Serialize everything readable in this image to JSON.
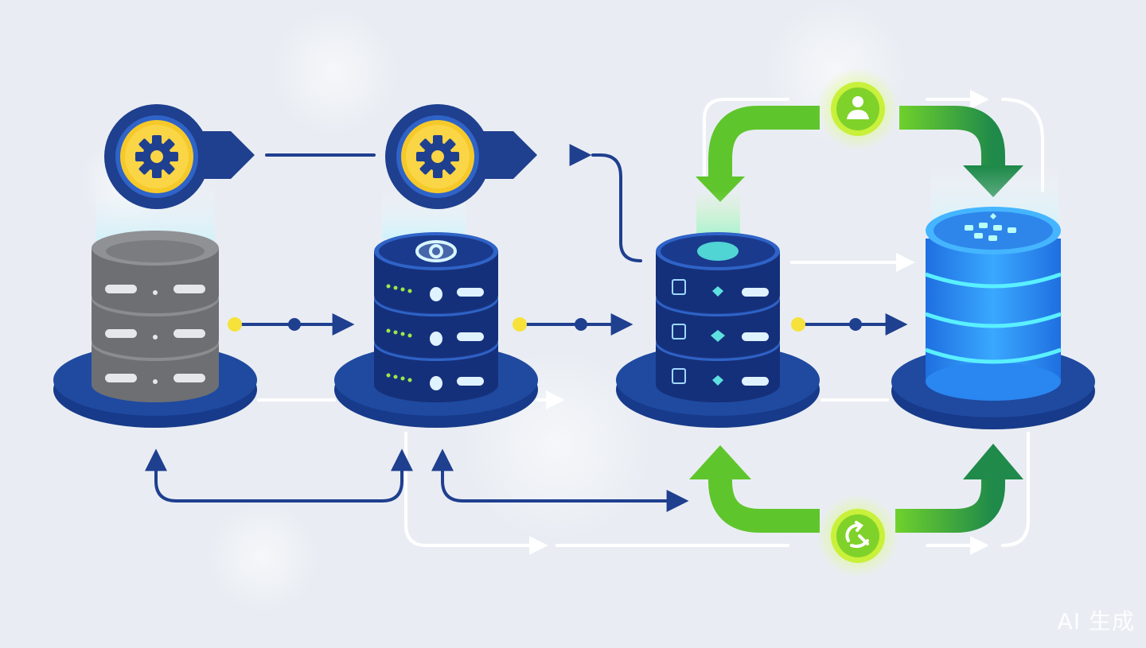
{
  "diagram": {
    "stages": [
      {
        "name": "legacy-database",
        "style": "gray"
      },
      {
        "name": "processing-database",
        "style": "navy"
      },
      {
        "name": "transform-database",
        "style": "navy"
      },
      {
        "name": "target-database",
        "style": "glowing-blue"
      }
    ],
    "badges": [
      {
        "icon": "gear-icon",
        "style": "yellow"
      },
      {
        "icon": "gear-icon",
        "style": "yellow"
      },
      {
        "icon": "user-icon",
        "style": "green"
      },
      {
        "icon": "sync-icon",
        "style": "green"
      }
    ],
    "colors": {
      "background": "#e9edf3",
      "navy": "#1f3f8f",
      "yellow": "#f6c92a",
      "green": "#6cc62a",
      "cyan": "#2fe0f0",
      "glow_blue": "#3aa0ff"
    }
  },
  "watermark": "AI 生成"
}
